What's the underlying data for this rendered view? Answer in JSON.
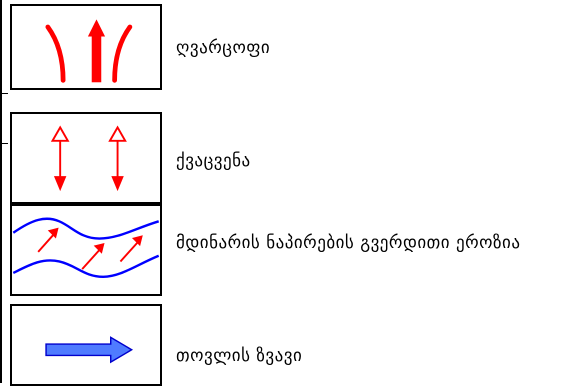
{
  "legend": {
    "items": [
      {
        "label": "ღვარცოფი",
        "symbol": "debris-flow-arrows-icon"
      },
      {
        "label": "ქვაცვენა",
        "symbol": "rockfall-double-arrow-icon"
      },
      {
        "label": "მდინარის ნაპირების გვერდითი ეროზია",
        "symbol": "river-bank-erosion-icon"
      },
      {
        "label": "თოვლის ზვავი",
        "symbol": "avalanche-arrow-icon"
      }
    ]
  },
  "colors": {
    "debris_flow": "#ff0000",
    "rockfall": "#ff0000",
    "river_line": "#0000ff",
    "erosion_arrows": "#ff0000",
    "avalanche_fill": "#4f7bff",
    "avalanche_stroke": "#0000cc"
  }
}
